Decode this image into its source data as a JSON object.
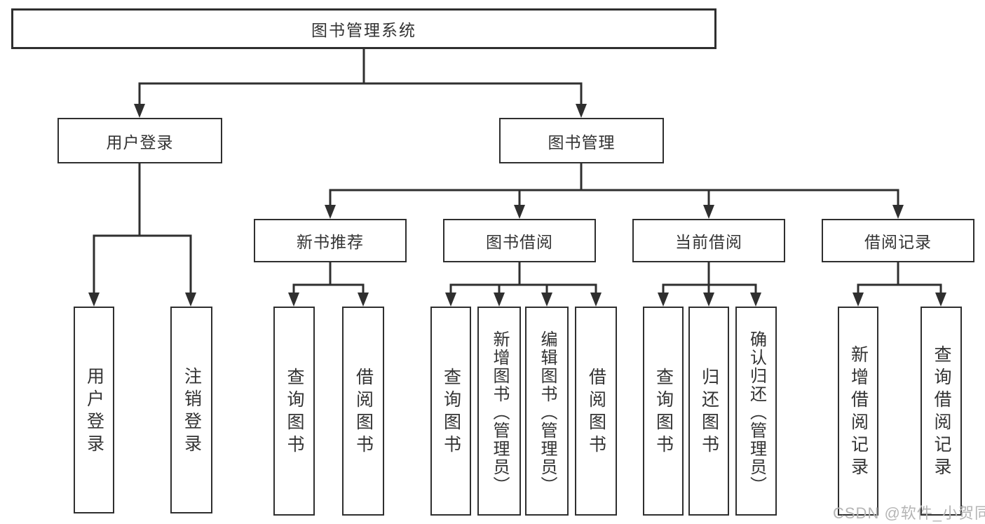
{
  "title": "图书管理系统",
  "nodes": {
    "root": "图书管理系统",
    "user_login": "用户登录",
    "book_management": "图书管理",
    "new_book_recommend": "新书推荐",
    "book_borrow": "图书借阅",
    "current_borrow": "当前借阅",
    "borrow_record": "借阅记录",
    "leaf_user_login": "用户登录",
    "leaf_logout": "注销登录",
    "leaf_nb_query": "查询图书",
    "leaf_nb_borrow": "借阅图书",
    "leaf_bb_query": "查询图书",
    "leaf_bb_add": "新增图书（管理员）",
    "leaf_bb_edit": "编辑图书（管理员）",
    "leaf_bb_borrow": "借阅图书",
    "leaf_cb_query": "查询图书",
    "leaf_cb_return": "归还图书",
    "leaf_cb_confirm": "确认归还（管理员）",
    "leaf_br_add": "新增借阅记录",
    "leaf_br_query": "查询借阅记录"
  },
  "hierarchy": {
    "root": [
      "user_login",
      "book_management"
    ],
    "user_login": [
      "leaf_user_login",
      "leaf_logout"
    ],
    "book_management": [
      "new_book_recommend",
      "book_borrow",
      "current_borrow",
      "borrow_record"
    ],
    "new_book_recommend": [
      "leaf_nb_query",
      "leaf_nb_borrow"
    ],
    "book_borrow": [
      "leaf_bb_query",
      "leaf_bb_add",
      "leaf_bb_edit",
      "leaf_bb_borrow"
    ],
    "current_borrow": [
      "leaf_cb_query",
      "leaf_cb_return",
      "leaf_cb_confirm"
    ],
    "borrow_record": [
      "leaf_br_add",
      "leaf_br_query"
    ]
  },
  "watermark": "CSDN @软件_小贺同学",
  "colors": {
    "line": "#2f2f2f",
    "text": "#333333",
    "watermark": "#b5b5b5",
    "background": "#ffffff"
  }
}
